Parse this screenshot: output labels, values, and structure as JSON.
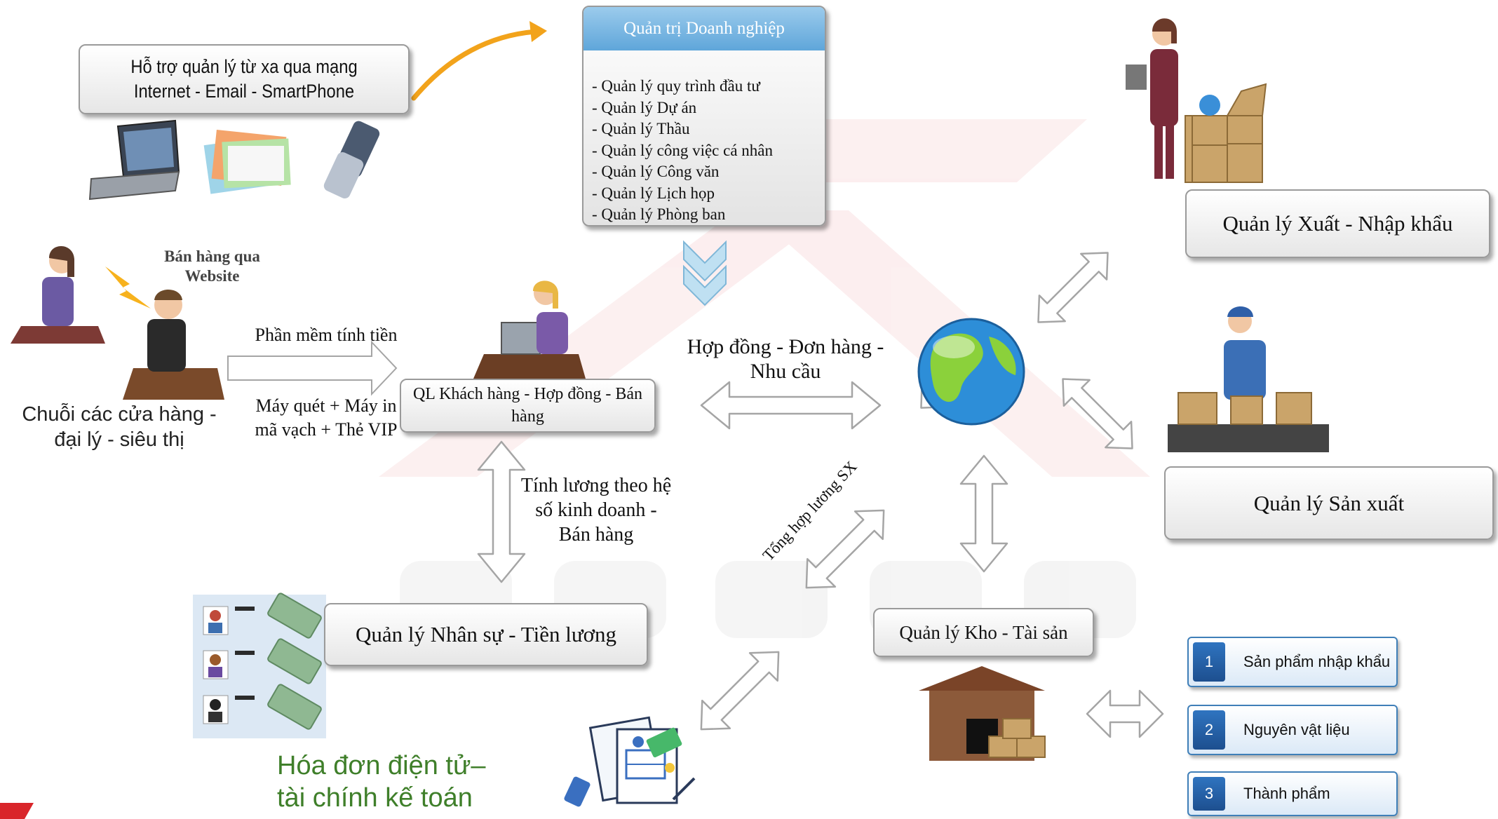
{
  "remote_support": "Hỗ trợ quản lý từ xa qua mạng Internet - Email - SmartPhone",
  "enterprise": {
    "title": "Quản trị Doanh nghiệp",
    "items": [
      "- Quản lý quy trình đầu tư",
      "- Quản lý Dự án",
      "- Quản lý Thầu",
      "- Quản lý công việc cá nhân",
      "- Quản lý Công văn",
      "- Quản lý Lịch họp",
      "- Quản lý Phòng ban"
    ]
  },
  "import_export": "Quản lý Xuất - Nhập khẩu",
  "production": "Quản lý Sản xuất",
  "website_sales": "Bán hàng qua Website",
  "pos_software": "Phần mềm tính tiền",
  "scanner": "Máy quét + Máy in mã vạch + Thẻ VIP",
  "chain_stores": "Chuỗi các cửa hàng - đại lý - siêu thị",
  "crm": "QL Khách hàng - Hợp đồng - Bán hàng",
  "contracts": "Hợp đồng - Đơn hàng - Nhu cầu",
  "salary_calc": "Tính lương theo hệ số kinh doanh - Bán hàng",
  "payroll_summary": "Tổng hợp lương SX",
  "hr": "Quản lý Nhân sự - Tiền lương",
  "warehouse": "Quản lý Kho - Tài sản",
  "invoice": "Hóa đơn điện tử– tài chính kế toán",
  "stock_items": [
    {
      "num": "1",
      "label": "Sản phẩm nhập khẩu"
    },
    {
      "num": "2",
      "label": "Nguyên vật liệu"
    },
    {
      "num": "3",
      "label": "Thành phẩm"
    }
  ],
  "colors": {
    "arrow_fill": "#ffffff",
    "arrow_stroke": "#a5a5a5",
    "enterprise_header": "#6fb0de",
    "invoice_text": "#3f7f2a",
    "accent_red": "#d9252a"
  }
}
